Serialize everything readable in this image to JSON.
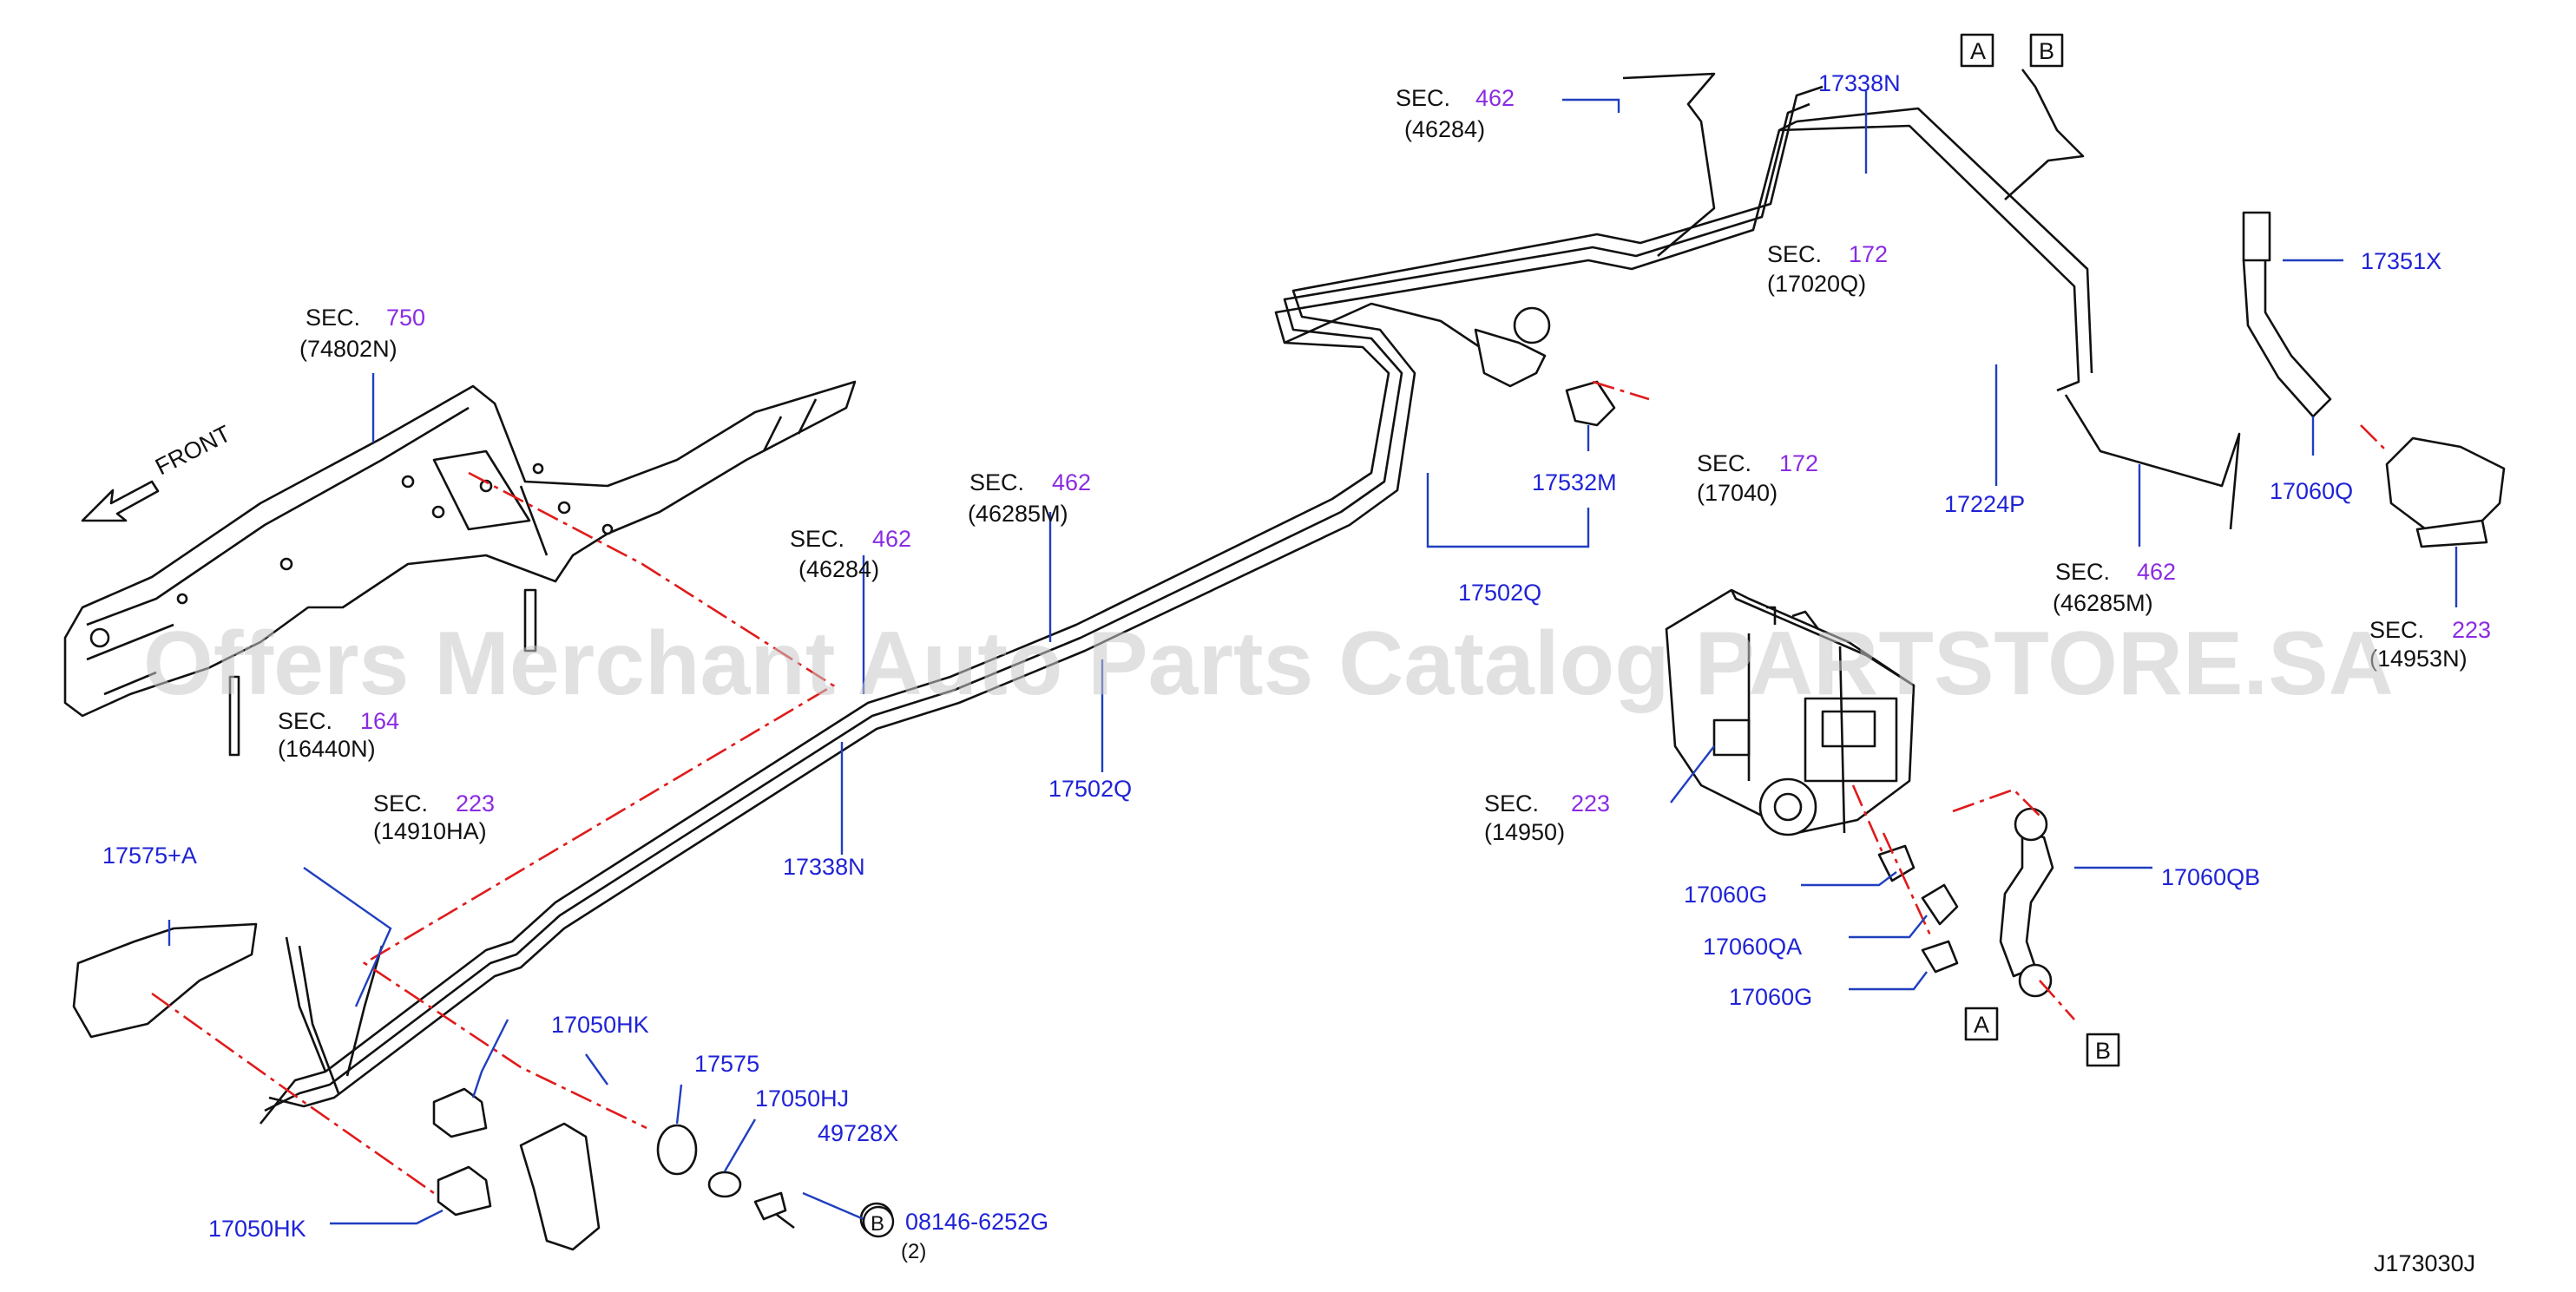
{
  "watermark": "Offers Merchant Auto Parts Catalog PARTSTORE.SA",
  "diagram_id": "J173030J",
  "front_label": "FRONT",
  "callouts": {
    "sec750": {
      "sec": "SEC.",
      "num": "750",
      "ref": "(74802N)"
    },
    "sec164": {
      "sec": "SEC.",
      "num": "164",
      "ref": "(16440N)"
    },
    "sec223a": {
      "sec": "SEC.",
      "num": "223",
      "ref": "(14910HA)"
    },
    "sec462a": {
      "sec": "SEC.",
      "num": "462",
      "ref": "(46284)"
    },
    "sec462b": {
      "sec": "SEC.",
      "num": "462",
      "ref": "(46285M)"
    },
    "sec462c": {
      "sec": "SEC.",
      "num": "462",
      "ref": "(46284)"
    },
    "sec172a": {
      "sec": "SEC.",
      "num": "172",
      "ref": "(17020Q)"
    },
    "sec172b": {
      "sec": "SEC.",
      "num": "172",
      "ref": "(17040)"
    },
    "sec462d": {
      "sec": "SEC.",
      "num": "462",
      "ref": "(46285M)"
    },
    "sec223b": {
      "sec": "SEC.",
      "num": "223",
      "ref": "(14950)"
    },
    "sec223c": {
      "sec": "SEC.",
      "num": "223",
      "ref": "(14953N)"
    }
  },
  "parts": {
    "p17575A": "17575+A",
    "p17338N_low": "17338N",
    "p17502Q_low": "17502Q",
    "p17502Q_up": "17502Q",
    "p17532M": "17532M",
    "p17338N_top": "17338N",
    "p17224P": "17224P",
    "p17351X": "17351X",
    "p17060Q": "17060Q",
    "p17060G_1": "17060G",
    "p17060QA": "17060QA",
    "p17060G_2": "17060G",
    "p17060QB": "17060QB",
    "p17050HK_1": "17050HK",
    "p17575": "17575",
    "p17050HJ": "17050HJ",
    "p49728X": "49728X",
    "p17050HK_2": "17050HK",
    "bolt_mark": "B",
    "bolt_part": "08146-6252G",
    "bolt_qty": "(2)"
  },
  "connectors": {
    "a": "A",
    "b": "B"
  },
  "colors": {
    "part_number": "#1f23d6",
    "section": "#8a2be2",
    "leader": "#1f3fbf",
    "dash": "#e01b1b"
  }
}
